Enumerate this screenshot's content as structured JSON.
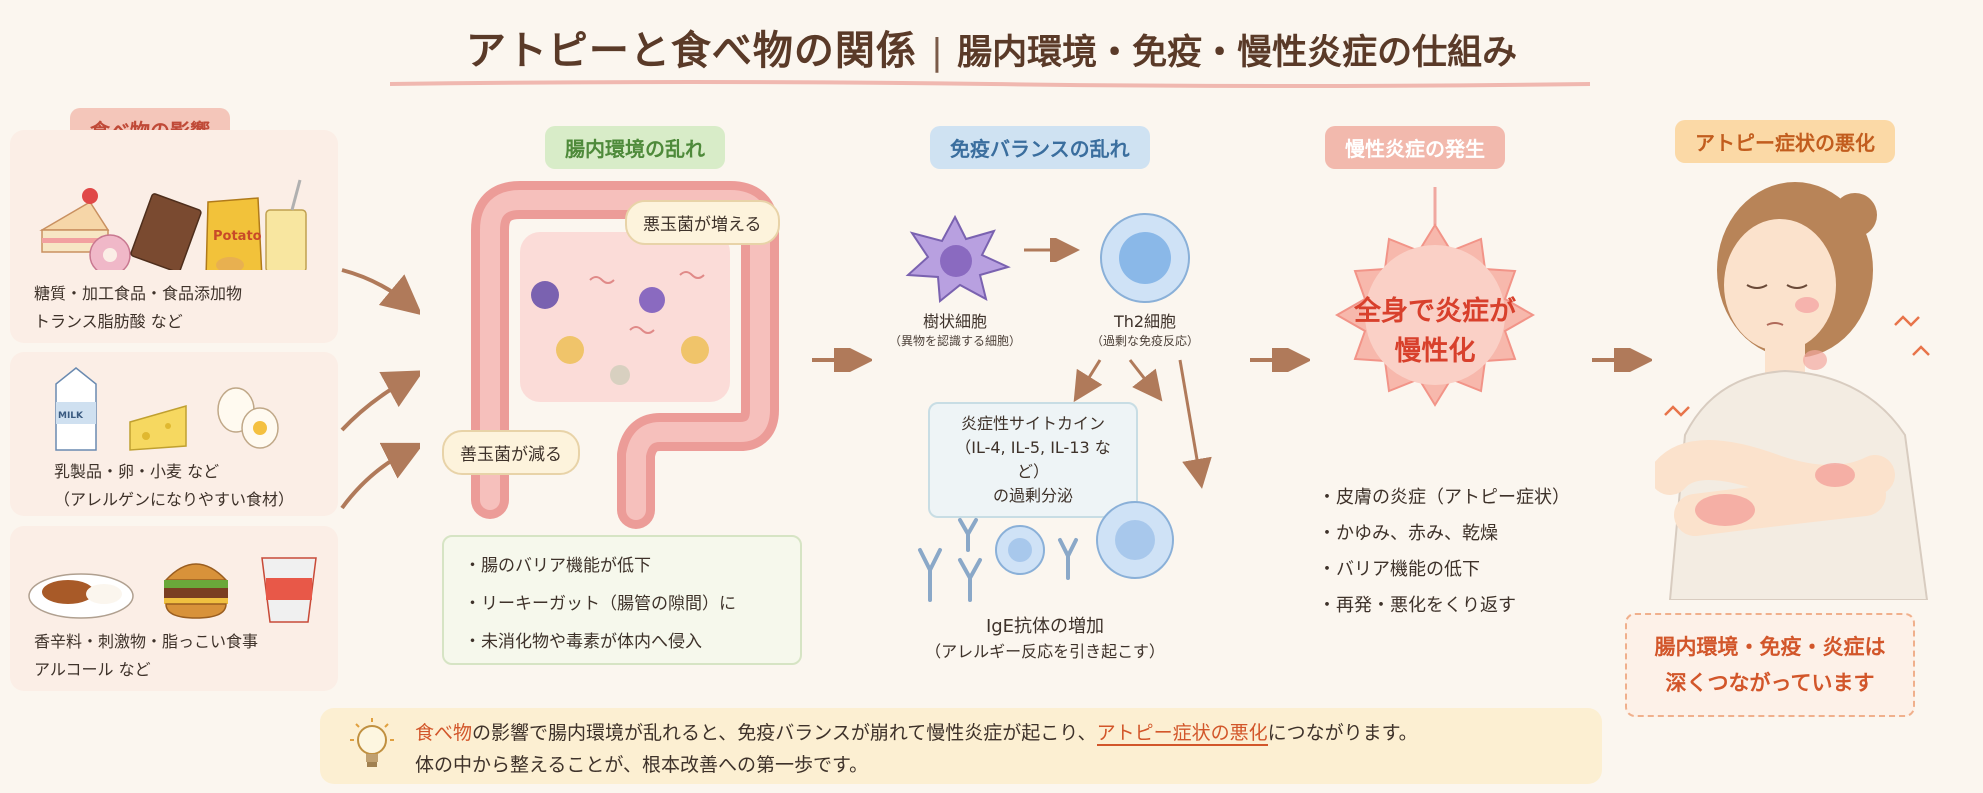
{
  "title": {
    "main": "アトピーと食べ物の関係",
    "separator": "|",
    "sub": "腸内環境・免疫・慢性炎症の仕組み"
  },
  "food_panel": {
    "header": "食べ物の影響",
    "groups": [
      {
        "line1": "糖質・加工食品・食品添加物",
        "line2": "トランス脂肪酸 など",
        "package_label": "Potato"
      },
      {
        "line1": "乳製品・卵・小麦 など",
        "line2": "（アレルゲンになりやすい食材）",
        "milk_label": "MILK"
      },
      {
        "line1": "香辛料・刺激物・脂っこい食事",
        "line2": "アルコール など"
      }
    ]
  },
  "gut": {
    "header": "腸内環境の乱れ",
    "bubble_bad": "悪玉菌が増える",
    "bubble_good": "善玉菌が減る",
    "notes": [
      "・腸のバリア機能が低下",
      "・リーキーガット（腸管の隙間）に",
      "・未消化物や毒素が体内へ侵入"
    ]
  },
  "immune": {
    "header": "免疫バランスの乱れ",
    "dendritic_label": "樹状細胞",
    "dendritic_sub": "（異物を認識する細胞）",
    "th2_label": "Th2細胞",
    "th2_sub": "（過剰な免疫反応）",
    "cytokine_lines": [
      "炎症性サイトカイン",
      "（IL-4, IL-5, IL-13 など）",
      "の過剰分泌"
    ],
    "ige_label": "IgE抗体の増加",
    "ige_sub": "（アレルギー反応を引き起こす）"
  },
  "inflammation": {
    "header": "慢性炎症の発生",
    "burst_line1": "全身で炎症が",
    "burst_line2": "慢性化",
    "bullets": [
      "・皮膚の炎症（アトピー症状）",
      "・かゆみ、赤み、乾燥",
      "・バリア機能の低下",
      "・再発・悪化をくり返す"
    ]
  },
  "symptoms": {
    "header": "アトピー症状の悪化",
    "conclusion_line1": "腸内環境・免疫・炎症は",
    "conclusion_line2": "深くつながっています"
  },
  "footer": {
    "line1_a": "食べ物",
    "line1_b": "の影響で腸内環境が乱れると、免疫バランスが崩れて慢性炎症が起こり、",
    "line1_c": "アトピー症状の悪化",
    "line1_d": "につながります。",
    "line2": "体の中から整えることが、根本改善への第一歩です。"
  },
  "colors": {
    "accent_red": "#c04a38",
    "accent_green": "#4e8a3a",
    "accent_blue": "#3a6e9e",
    "accent_orange": "#d2562a",
    "arrow": "#b07a5a"
  }
}
